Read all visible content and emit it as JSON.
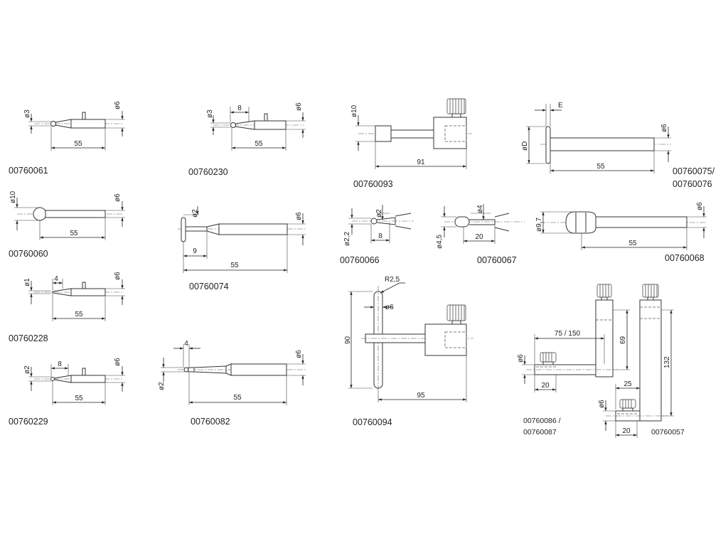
{
  "parts": [
    {
      "code": "00760061",
      "dims": {
        "d1": "ø3",
        "d2": "ø6",
        "len": "55"
      }
    },
    {
      "code": "00760230",
      "dims": {
        "d1": "ø3",
        "d2": "ø6",
        "tip": "8",
        "len": "55"
      }
    },
    {
      "code": "00760093",
      "dims": {
        "d1": "ø10",
        "len": "91"
      }
    },
    {
      "code_line1": "00760075/",
      "code_line2": "00760076",
      "dims": {
        "d1": "øD",
        "e": "E",
        "d2": "ø6",
        "len": "55"
      }
    },
    {
      "code": "00760060",
      "dims": {
        "d1": "ø10",
        "d2": "ø6",
        "len": "55"
      }
    },
    {
      "code": "00760074",
      "dims": {
        "d1": "ø2",
        "d2": "ø6",
        "len1": "9",
        "len": "55"
      }
    },
    {
      "code": "00760066",
      "dims": {
        "d1": "ø2,2",
        "d2": "ø2",
        "len": "8"
      }
    },
    {
      "code": "00760067",
      "dims": {
        "d1": "ø4,5",
        "d2": "ø4",
        "len": "20"
      }
    },
    {
      "code": "00760068",
      "dims": {
        "d1": "ø9,7",
        "d2": "ø6",
        "len": "55"
      }
    },
    {
      "code": "00760228",
      "dims": {
        "d1": "ø1",
        "d2": "ø6",
        "tip": "4",
        "len": "55"
      }
    },
    {
      "code": "00760094",
      "dims": {
        "r": "R2,5",
        "d1": "ø6",
        "h": "90",
        "len": "95"
      }
    },
    {
      "code": "00760229",
      "dims": {
        "d1": "ø2",
        "d2": "ø6",
        "tip": "8",
        "len": "55"
      }
    },
    {
      "code": "00760082",
      "dims": {
        "d1": "ø2",
        "d2": "ø6",
        "tip": "4",
        "len": "55"
      }
    },
    {
      "code_line1": "00760086 /",
      "code_line2": "00760087",
      "dims": {
        "reach": "75 / 150",
        "h": "69",
        "d": "ø6",
        "w": "20"
      }
    },
    {
      "code": "00760057",
      "dims": {
        "h": "132",
        "w1": "25",
        "d": "ø6",
        "w": "20"
      }
    }
  ]
}
